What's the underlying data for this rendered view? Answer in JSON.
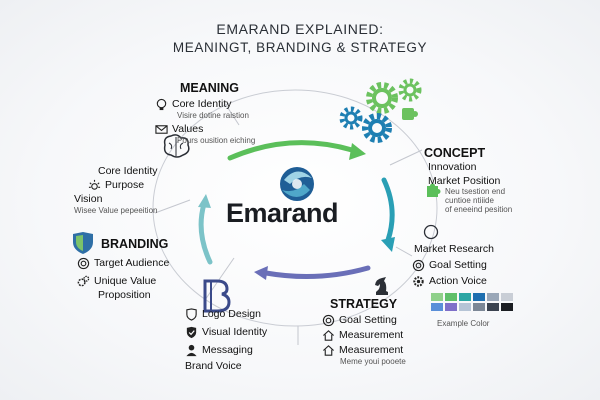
{
  "title": {
    "line1": "EMARAND EXPLAINED:",
    "line2": "MEANINGT, BRANDING & STRATEGY"
  },
  "center": {
    "brand_name": "Emarand"
  },
  "meaning": {
    "header": "MEANING",
    "items": [
      {
        "label": "Core Identity",
        "sub": "Visire dotine raistion",
        "icon": "lightbulb-icon"
      },
      {
        "label": "Values",
        "sub": "Pours ousition eiching",
        "icon": "envelope-icon"
      }
    ]
  },
  "left_block": {
    "items": [
      {
        "label": "Core Identity"
      },
      {
        "label": "Purpose",
        "icon": "sun-burst-icon"
      },
      {
        "label": "Vision",
        "sub": "Wisee Value pepeeition"
      }
    ]
  },
  "concept": {
    "header": "CONCEPT",
    "items": [
      {
        "label": "Innovation"
      },
      {
        "label": "Market Position"
      }
    ],
    "sub_lines": [
      "Neu tsestion end",
      "cuntioe ntiiide",
      "of eneeind pesition"
    ]
  },
  "branding": {
    "header": "BRANDING",
    "items": [
      {
        "label": "Target Audience",
        "icon": "target-icon"
      },
      {
        "label": "Unique Value",
        "icon": "gears-small-icon"
      },
      {
        "label": "Proposition"
      }
    ]
  },
  "bottom_block": {
    "items": [
      {
        "label": "Logo Design",
        "icon": "shield-icon"
      },
      {
        "label": "Visual Identity",
        "icon": "check-shield-icon"
      },
      {
        "label": "Messaging",
        "icon": "person-icon"
      },
      {
        "label": "Brand Voice"
      }
    ]
  },
  "strategy": {
    "header": "STRATEGY",
    "items": [
      {
        "label": "Goal Setting",
        "icon": "target-icon"
      },
      {
        "label": "Measurement",
        "icon": "home-icon"
      },
      {
        "label": "Measurement",
        "icon": "home-icon"
      }
    ],
    "sub": "Meme youi pooete"
  },
  "right_block": {
    "items": [
      {
        "label": "Market Research"
      },
      {
        "label": "Goal Setting",
        "icon": "target-icon"
      },
      {
        "label": "Action Voice",
        "icon": "gear-icon"
      }
    ]
  },
  "palette": {
    "caption": "Example Color",
    "colors": [
      "#8fd08a",
      "#5fbf6a",
      "#2ca6a4",
      "#1e6fb0",
      "#9aa7b8",
      "#c9ced6",
      "#5a8fd8",
      "#7f6fc9",
      "#b6c4d6",
      "#7c8796",
      "#3b4350",
      "#1a1d22"
    ]
  },
  "arrows": {
    "green": "#5bbf5a",
    "teal": "#2a9fb5",
    "purple": "#6a6fb8",
    "light_teal": "#7cc3c8"
  }
}
